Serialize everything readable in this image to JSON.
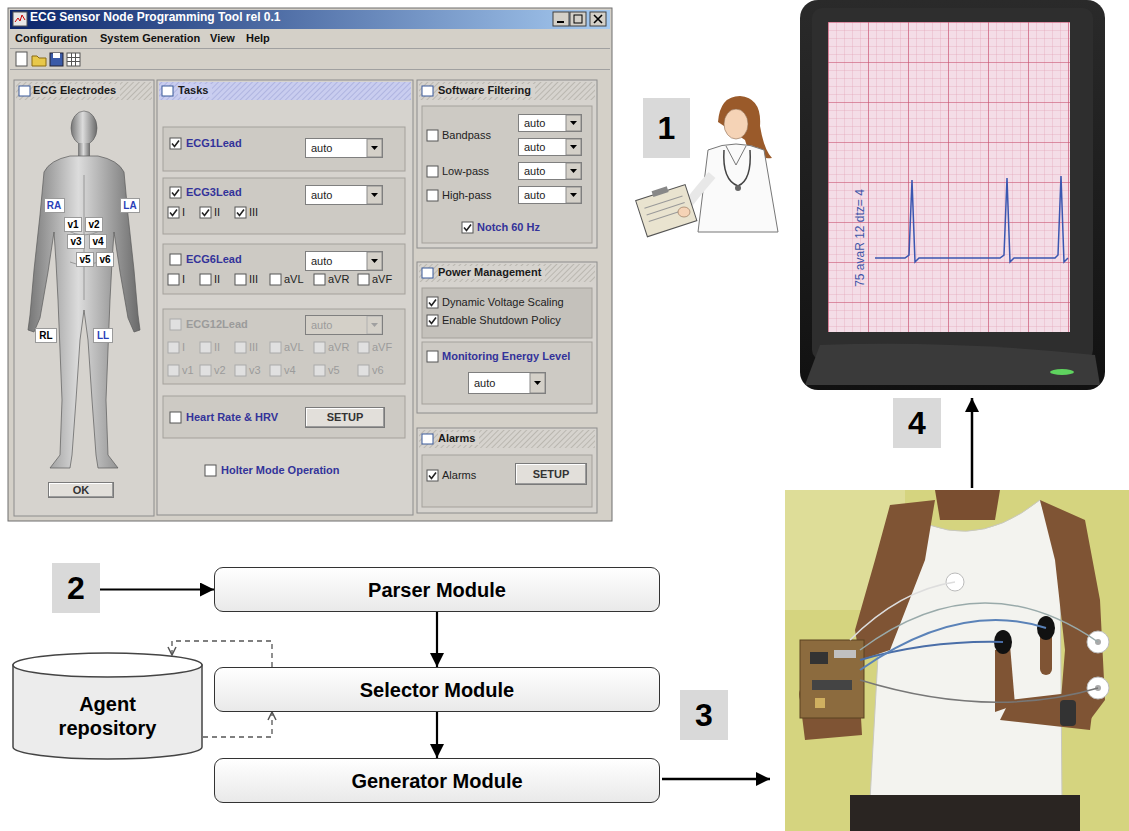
{
  "diagram": {
    "nodes": [
      {
        "text": [
          "ECG Sensor Node Programming Tool rel 0.1"
        ]
      },
      {
        "text": [
          "ECG Electrodes"
        ],
        "in": 0
      },
      {
        "text": [
          "RA"
        ],
        "in": 1
      },
      {
        "text": [
          "LA"
        ],
        "in": 1
      },
      {
        "text": [
          "v1"
        ],
        "in": 1
      },
      {
        "text": [
          "v2"
        ],
        "in": 1
      },
      {
        "text": [
          "v3"
        ],
        "in": 1
      },
      {
        "text": [
          "v4"
        ],
        "in": 1
      },
      {
        "text": [
          "v5"
        ],
        "in": 1
      },
      {
        "text": [
          "v6"
        ],
        "in": 1
      },
      {
        "text": [
          "RL"
        ],
        "in": 1
      },
      {
        "text": [
          "LL"
        ],
        "in": 1
      },
      {
        "text": [
          "OK"
        ],
        "in": 1
      },
      {
        "text": [
          "Tasks",
          "Holter Mode Operation"
        ],
        "in": 0
      },
      {
        "text": [
          "ECG1Lead"
        ],
        "in": 13
      },
      {
        "text": [
          "auto"
        ],
        "in": 14
      },
      {
        "text": [
          "ECG3Lead",
          "I",
          "II",
          "III"
        ],
        "in": 13
      },
      {
        "text": [
          "auto"
        ],
        "in": 16
      },
      {
        "text": [
          "ECG6Lead",
          "I",
          "II",
          "III",
          "aVL",
          "aVR",
          "aVF"
        ],
        "in": 13
      },
      {
        "text": [
          "auto"
        ],
        "in": 18
      },
      {
        "text": [
          "ECG12Lead",
          "I",
          "II",
          "III",
          "aVL",
          "aVR",
          "aVF",
          "v1",
          "v2",
          "v3",
          "v4",
          "v5",
          "v6"
        ],
        "in": 13
      },
      {
        "text": [
          "auto"
        ],
        "in": 20
      },
      {
        "text": [
          "Heart Rate & HRV"
        ],
        "in": 13
      },
      {
        "text": [
          "SETUP"
        ],
        "in": 22
      },
      {
        "text": [
          "Software Filtering",
          "Bandpass",
          "Low-pass",
          "High-pass",
          "Notch 60 Hz"
        ],
        "in": 0
      },
      {
        "text": [
          "auto"
        ],
        "in": 24
      },
      {
        "text": [
          "auto"
        ],
        "in": 24
      },
      {
        "text": [
          "auto"
        ],
        "in": 24
      },
      {
        "text": [
          "auto"
        ],
        "in": 24
      },
      {
        "text": [
          "Power Management",
          "Dynamic Voltage Scaling",
          "Enable Shutdown Policy",
          "Monitoring Energy Level"
        ],
        "in": 0
      },
      {
        "text": [
          "auto"
        ],
        "in": 29
      },
      {
        "text": [
          "Alarms",
          "Alarms"
        ],
        "in": 0
      },
      {
        "text": [
          "SETUP"
        ],
        "in": 31
      },
      {
        "text": [
          "1"
        ]
      },
      {
        "text": [
          "2"
        ]
      },
      {
        "text": [
          "Parser Module"
        ]
      },
      {
        "text": [
          "Agent repository"
        ]
      },
      {
        "text": [
          "Selector Module"
        ]
      },
      {
        "text": [
          "Generator Module"
        ]
      },
      {
        "text": [
          "3"
        ]
      },
      {
        "text": [
          "4"
        ]
      }
    ],
    "edges": [
      {
        "from": 34,
        "to": 35,
        "arrow": "to"
      },
      {
        "from": 35,
        "to": 37,
        "arrow": "to"
      },
      {
        "from": 37,
        "to": 38,
        "arrow": "to"
      },
      {
        "from": 37,
        "to": 36,
        "arrow": "to"
      },
      {
        "from": 36,
        "to": 37,
        "arrow": "to"
      }
    ],
    "labels": [
      "Configuration",
      "System Generation",
      "View",
      "Help",
      "75 avaR 12 dtz= 4"
    ]
  }
}
